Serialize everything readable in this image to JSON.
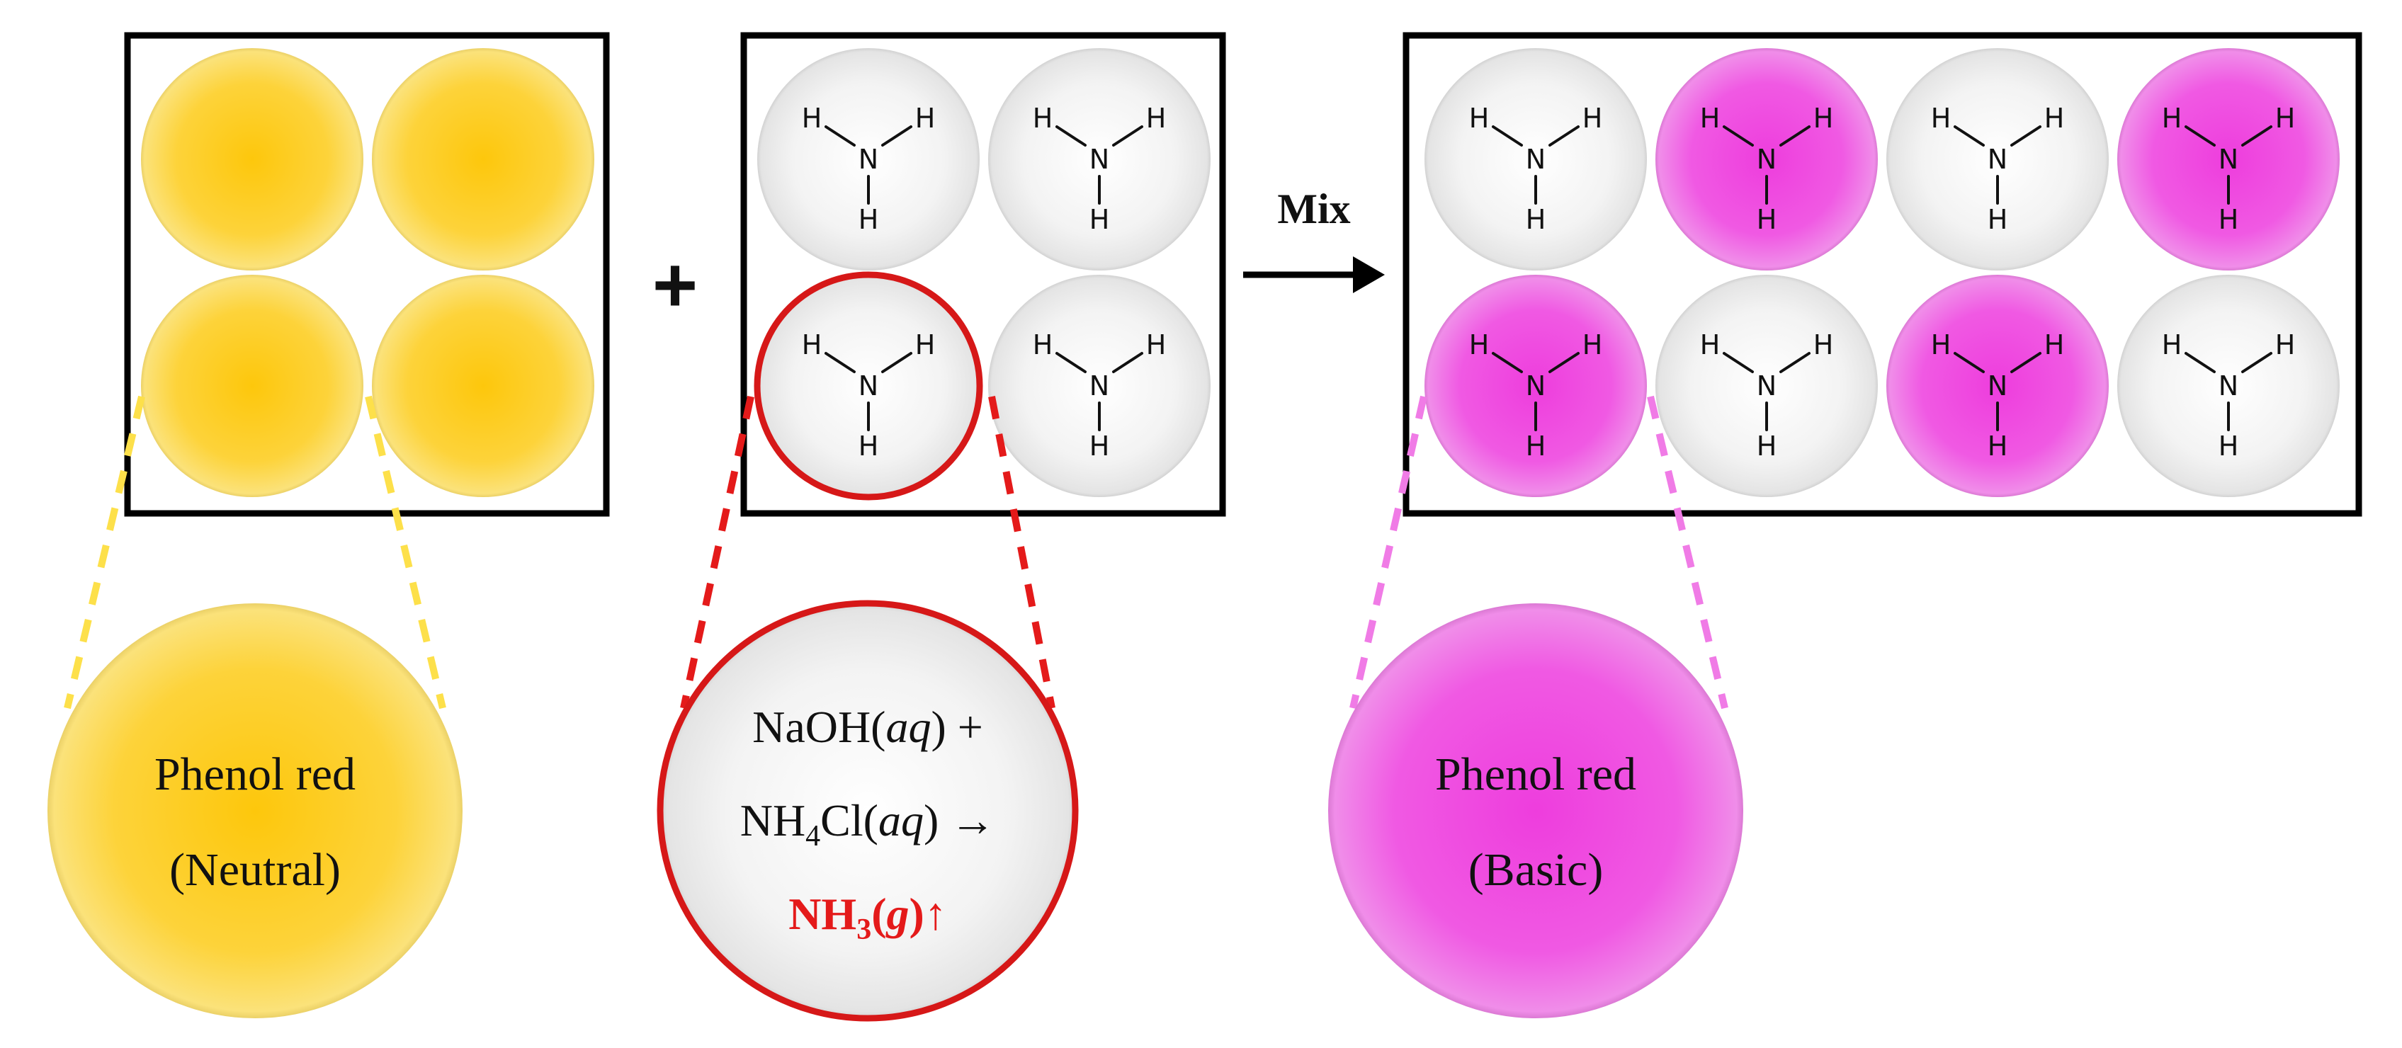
{
  "plus_sign": "+",
  "mix_label": "Mix",
  "molecule": {
    "center_atom": "N",
    "h_atom": "H"
  },
  "panels": {
    "phenol_red": {
      "wells": [
        "yellow",
        "yellow",
        "yellow",
        "yellow"
      ]
    },
    "ammonia": {
      "wells": [
        "white",
        "white",
        "white",
        "white"
      ],
      "highlighted_well": 2
    },
    "mixture": {
      "wells": [
        "white",
        "magenta",
        "white",
        "magenta",
        "magenta",
        "white",
        "magenta",
        "white"
      ]
    }
  },
  "callouts": {
    "neutral": {
      "line1": "Phenol red",
      "line2": "(Neutral)"
    },
    "reaction": {
      "line1_formula": "NaOH(",
      "line1_state": "aq",
      "line1_end": ") +",
      "line2_formula": "NH",
      "line2_sub": "4",
      "line2_mid": "Cl(",
      "line2_state": "aq",
      "line2_end": ") →",
      "line3_formula": "NH",
      "line3_sub": "3",
      "line3_open": "(",
      "line3_state": "g",
      "line3_end": ")↑"
    },
    "basic": {
      "line1": "Phenol red",
      "line2": "(Basic)"
    }
  },
  "colors": {
    "yellow": "#fdc70c",
    "white": "#f2f2f2",
    "magenta": "#ee3ddd",
    "highlight_red": "#d61818",
    "dash_yellow": "#fde04a",
    "dash_red": "#e41a1a",
    "dash_pink": "#f07be6"
  }
}
